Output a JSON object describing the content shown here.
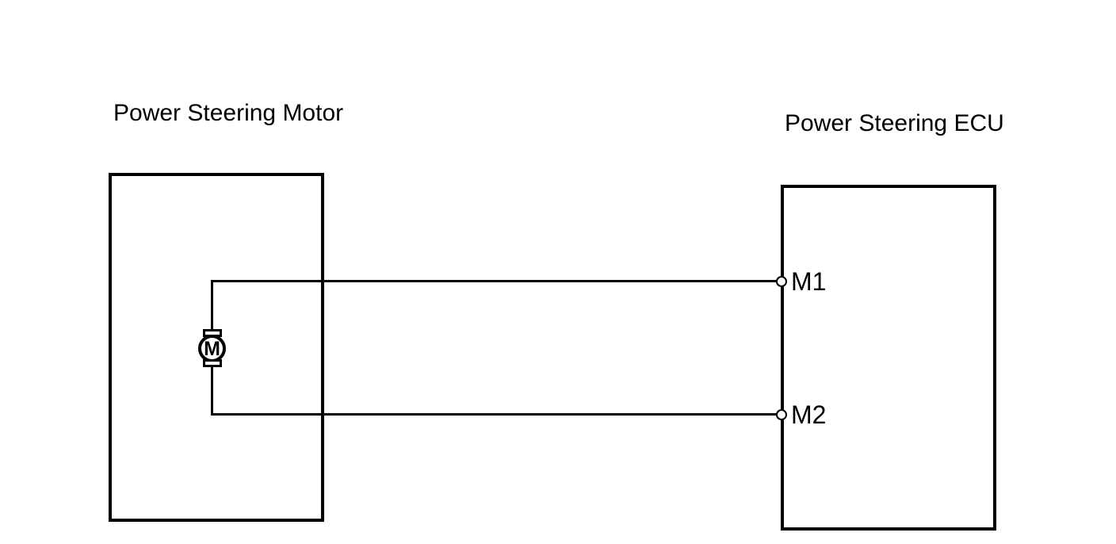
{
  "diagram": {
    "type": "wiring-diagram",
    "components": {
      "motor": {
        "label": "Power Steering Motor",
        "symbol_letter": "M"
      },
      "ecu": {
        "label": "Power Steering ECU"
      }
    },
    "terminals": [
      {
        "label": "M1"
      },
      {
        "label": "M2"
      }
    ],
    "connections": [
      {
        "from": "motor",
        "to": "ecu.M1"
      },
      {
        "from": "motor",
        "to": "ecu.M2"
      }
    ],
    "colors": {
      "line": "#000000",
      "background": "#ffffff",
      "text": "#000000"
    }
  }
}
